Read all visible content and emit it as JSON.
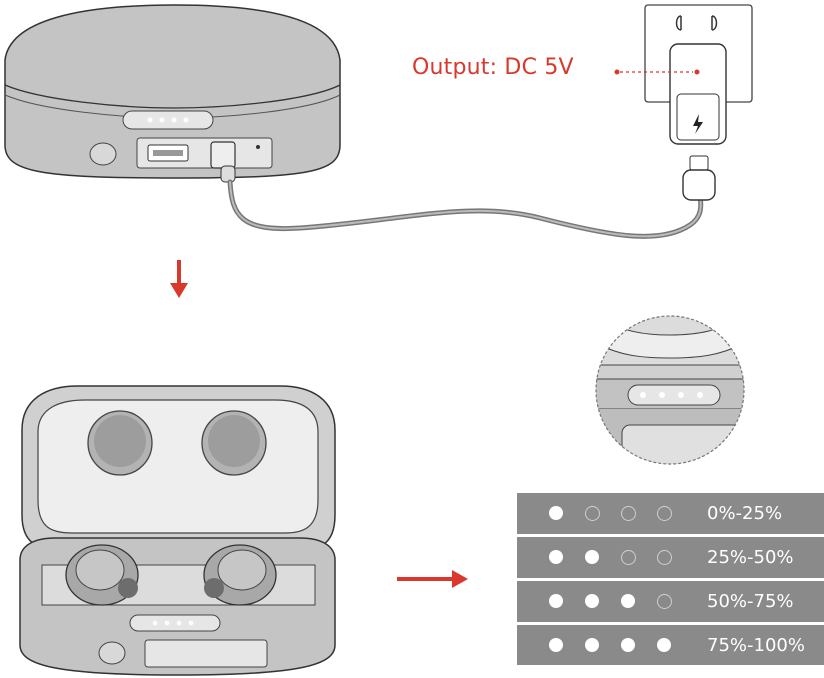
{
  "callout": {
    "output_label": "Output: DC 5V"
  },
  "battery_table": {
    "rows": [
      {
        "lit": 1,
        "label": "0%-25%"
      },
      {
        "lit": 2,
        "label": "25%-50%"
      },
      {
        "lit": 3,
        "label": "50%-75%"
      },
      {
        "lit": 4,
        "label": "75%-100%"
      }
    ]
  },
  "colors": {
    "accent": "#d9382c",
    "case_gray": "#bdbdbd",
    "table_gray": "#8a8a8a"
  }
}
